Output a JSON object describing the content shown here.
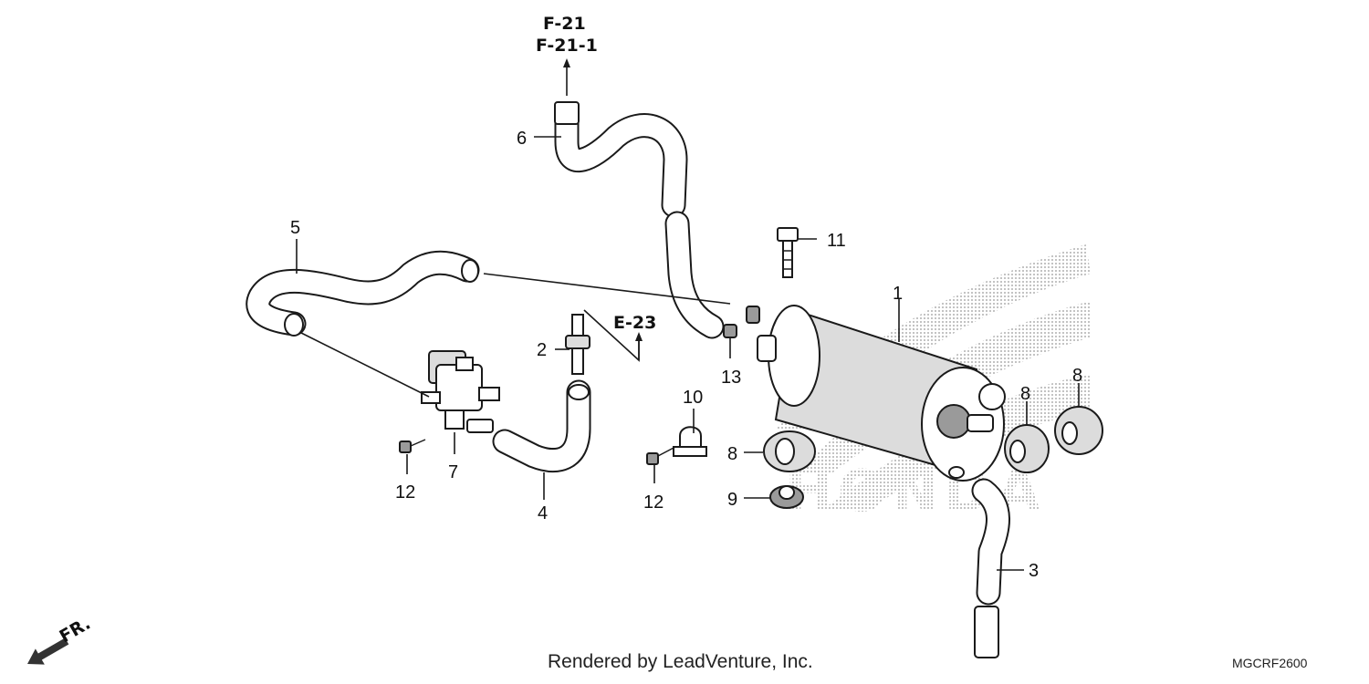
{
  "callouts": {
    "c1": "1",
    "c2": "2",
    "c3": "3",
    "c4": "4",
    "c5": "5",
    "c6": "6",
    "c7": "7",
    "c8a": "8",
    "c8b": "8",
    "c8c": "8",
    "c9": "9",
    "c10": "10",
    "c11": "11",
    "c12a": "12",
    "c12b": "12",
    "c13": "13"
  },
  "refs": {
    "f21": "F-21",
    "f211": "F-21-1",
    "e23": "E-23"
  },
  "front_marker": "FR.",
  "footer": "Rendered by LeadVenture, Inc.",
  "diagram_code": "MGCRF2600",
  "colors": {
    "line": "#1a1a1a",
    "watermark": "#c8c8c8"
  }
}
